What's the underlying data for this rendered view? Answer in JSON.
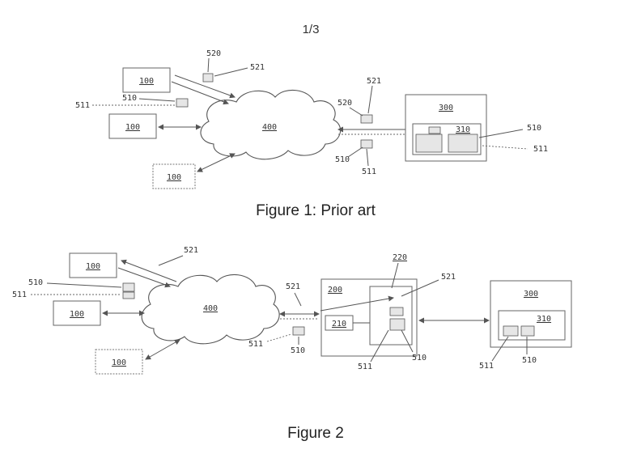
{
  "page_label": "1/3",
  "figure1": {
    "caption": "Figure 1: Prior art",
    "network": "400",
    "client_a": "100",
    "client_b": "100",
    "client_c": "100",
    "server": "300",
    "server_inner": "310",
    "pkt_520_top": "520",
    "pkt_521_top": "521",
    "pkt_510_left": "510",
    "pkt_511_left": "511",
    "pkt_521_mid": "521",
    "pkt_520_mid": "520",
    "pkt_510_low": "510",
    "pkt_511_low": "511",
    "srv_510": "510",
    "srv_511": "511"
  },
  "figure2": {
    "caption": "Figure 2",
    "network": "400",
    "client_a": "100",
    "client_b": "100",
    "client_c": "100",
    "pkt_521_top": "521",
    "pkt_510_left": "510",
    "pkt_511_left": "511",
    "proxy": "200",
    "proxy_inner_a": "220",
    "proxy_inner_b": "210",
    "pkt_521_proxy_in": "521",
    "pkt_521_proxy_out": "521",
    "pkt_511_low": "511",
    "pkt_510_low": "510",
    "proxy_511": "511",
    "proxy_510": "510",
    "server": "300",
    "server_inner": "310",
    "srv_511": "511",
    "srv_510": "510"
  }
}
